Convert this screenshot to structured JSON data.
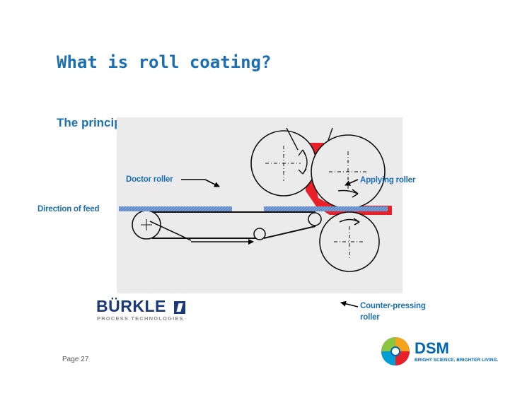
{
  "slide": {
    "title": "What is roll coating?",
    "subtitle": "The principle of operation:",
    "page": "Page 27"
  },
  "diagram": {
    "labels": {
      "doctor_roller": "Doctor roller",
      "applying_roller": "Applying roller",
      "direction_of_feed": "Direction of feed",
      "counter_pressing_line1": "Counter-pressing",
      "counter_pressing_line2": "roller"
    }
  },
  "logos": {
    "burkle_name": "BÜRKLE",
    "burkle_tagline": "PROCESS TECHNOLOGIES",
    "dsm_name": "DSM",
    "dsm_tagline": "BRIGHT SCIENCE. BRIGHTER LIVING."
  },
  "colors": {
    "title_blue": "#1b6fb3",
    "coating_red": "#e8202a",
    "panel_grey": "#ebebeb",
    "burkle_navy": "#1a3a78",
    "dsm_blue": "#0066b3"
  }
}
